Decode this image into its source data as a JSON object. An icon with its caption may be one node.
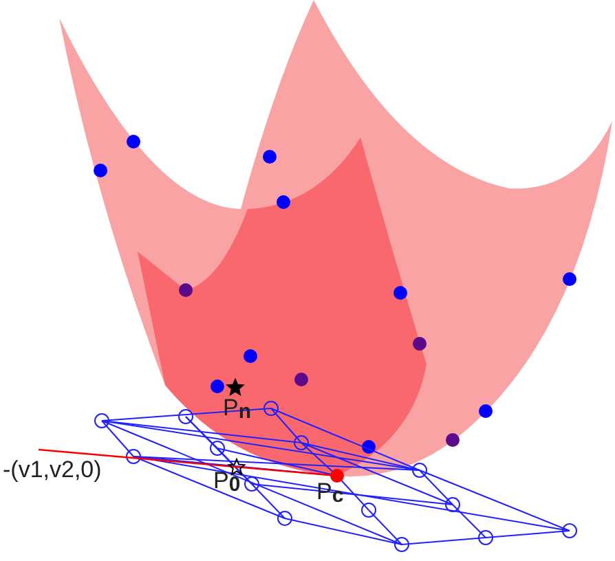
{
  "diagram": {
    "labels": [
      "P$_{n}$",
      "-(v1,v2,0)",
      "P$_{0}$",
      "P$_{c}$"
    ]
  }
}
